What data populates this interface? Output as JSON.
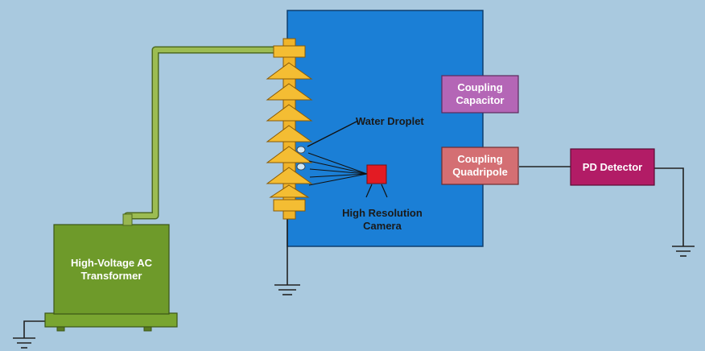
{
  "labels": {
    "transformer": [
      "High-Voltage AC",
      "Transformer"
    ],
    "water_droplet": "Water Droplet",
    "camera": [
      "High Resolution",
      "Camera"
    ],
    "coupling_capacitor": [
      "Coupling",
      "Capacitor"
    ],
    "coupling_quadripole": [
      "Coupling",
      "Quadripole"
    ],
    "pd_detector": "PD Detector"
  },
  "colors": {
    "background": "#a9c9df",
    "chamber": "#1b7fd6",
    "transformer": "#6e9a2a",
    "cable": "#98b650",
    "insulator": "#f0b42a",
    "camera": "#e31b23",
    "capacitor": "#b466b6",
    "quadripole": "#d46f73",
    "detector": "#b21c66"
  }
}
